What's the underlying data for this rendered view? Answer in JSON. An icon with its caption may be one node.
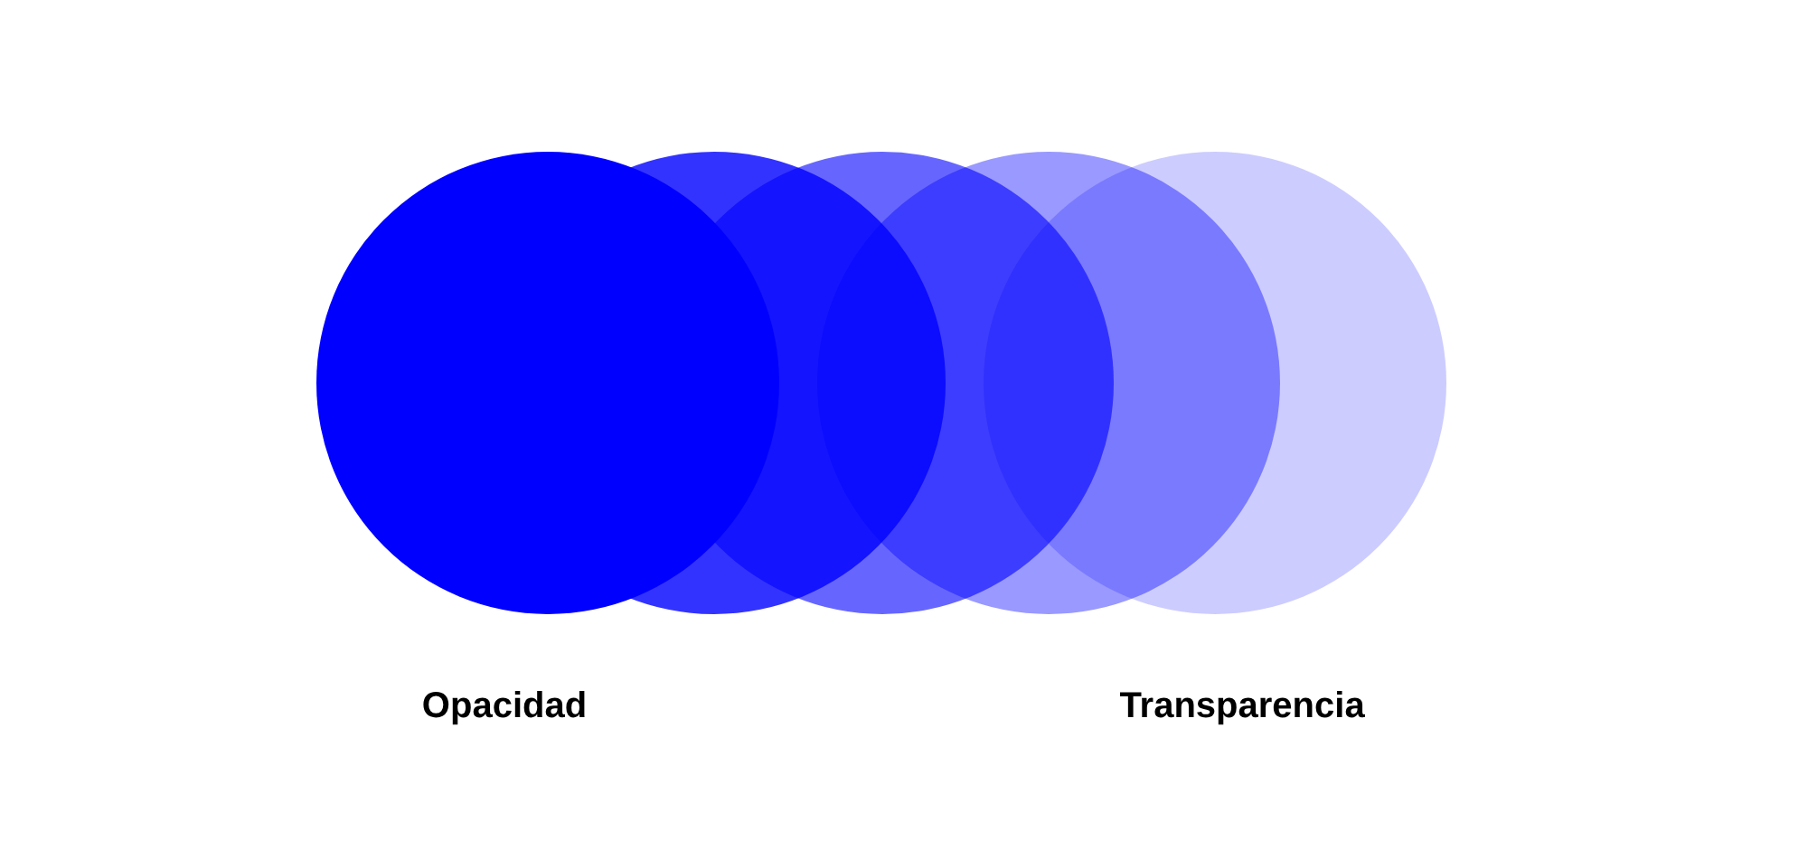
{
  "diagram": {
    "nodes": [
      {
        "text": [],
        "shape": "circle"
      },
      {
        "text": [],
        "shape": "circle"
      },
      {
        "text": [],
        "shape": "circle"
      },
      {
        "text": [],
        "shape": "circle"
      },
      {
        "text": [],
        "shape": "circle"
      }
    ],
    "edges": [],
    "labels": [
      "Opacidad",
      "Transparencia"
    ]
  }
}
